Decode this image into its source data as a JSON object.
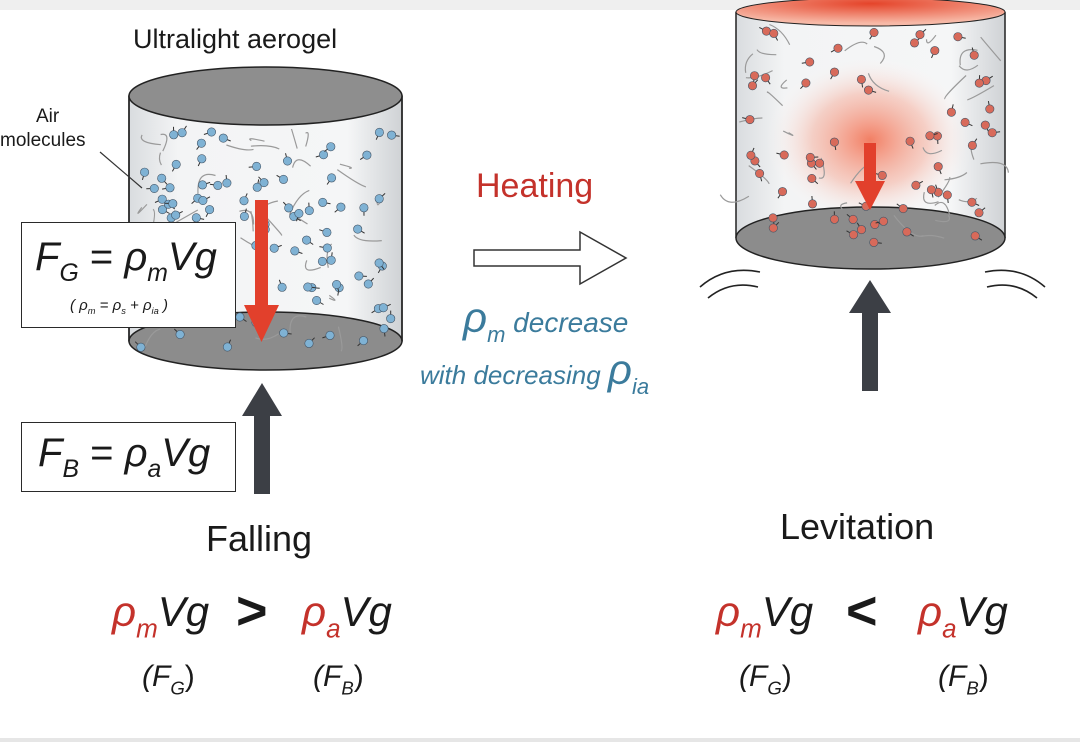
{
  "title_left": "Ultralight aerogel",
  "air_label_line1": "Air",
  "air_label_line2": "molecules",
  "fg_box": {
    "lhs": "F",
    "lhs_sub": "G",
    "eq": " = ",
    "rho": "ρ",
    "rho_sub": "m",
    "rest": "Vg",
    "note": "( ρ",
    "note_sub1": "m",
    "note_mid1": " = ρ",
    "note_sub2": "s",
    "note_mid2": " + ρ",
    "note_sub3": "ia",
    "note_end": " )"
  },
  "fb_box": {
    "lhs": "F",
    "lhs_sub": "B",
    "eq": " = ",
    "rho": "ρ",
    "rho_sub": "a",
    "rest": "Vg"
  },
  "heating_label": "Heating",
  "decrease_note": {
    "rho": "ρ",
    "rho_sub": "m",
    "line1": " decrease",
    "line2": "with decreasing ",
    "rho2": "ρ",
    "rho2_sub": "ia"
  },
  "falling_label": "Falling",
  "levitation_label": "Levitation",
  "falling_relation": {
    "left_rho": "ρ",
    "left_sub": "m",
    "left_rest": "Vg",
    "op": ">",
    "right_rho": "ρ",
    "right_sub": "a",
    "right_rest": "Vg",
    "left_caption": "(F",
    "left_caption_sub": "G",
    "left_caption_end": ")",
    "right_caption": "(F",
    "right_caption_sub": "B",
    "right_caption_end": ")"
  },
  "levitation_relation": {
    "left_rho": "ρ",
    "left_sub": "m",
    "left_rest": "Vg",
    "op": "<",
    "right_rho": "ρ",
    "right_sub": "a",
    "right_rest": "Vg",
    "left_caption": "(F",
    "left_caption_sub": "G",
    "left_caption_end": ")",
    "right_caption": "(F",
    "right_caption_sub": "B",
    "right_caption_end": ")"
  },
  "colors": {
    "red": "#c4322b",
    "blue": "#3b7b9c",
    "cold_molecule": "#7fb2d4",
    "hot_molecule": "#d86a5a",
    "dark_arrow": "#3c3f45",
    "gray_face": "#8a8a8a"
  }
}
